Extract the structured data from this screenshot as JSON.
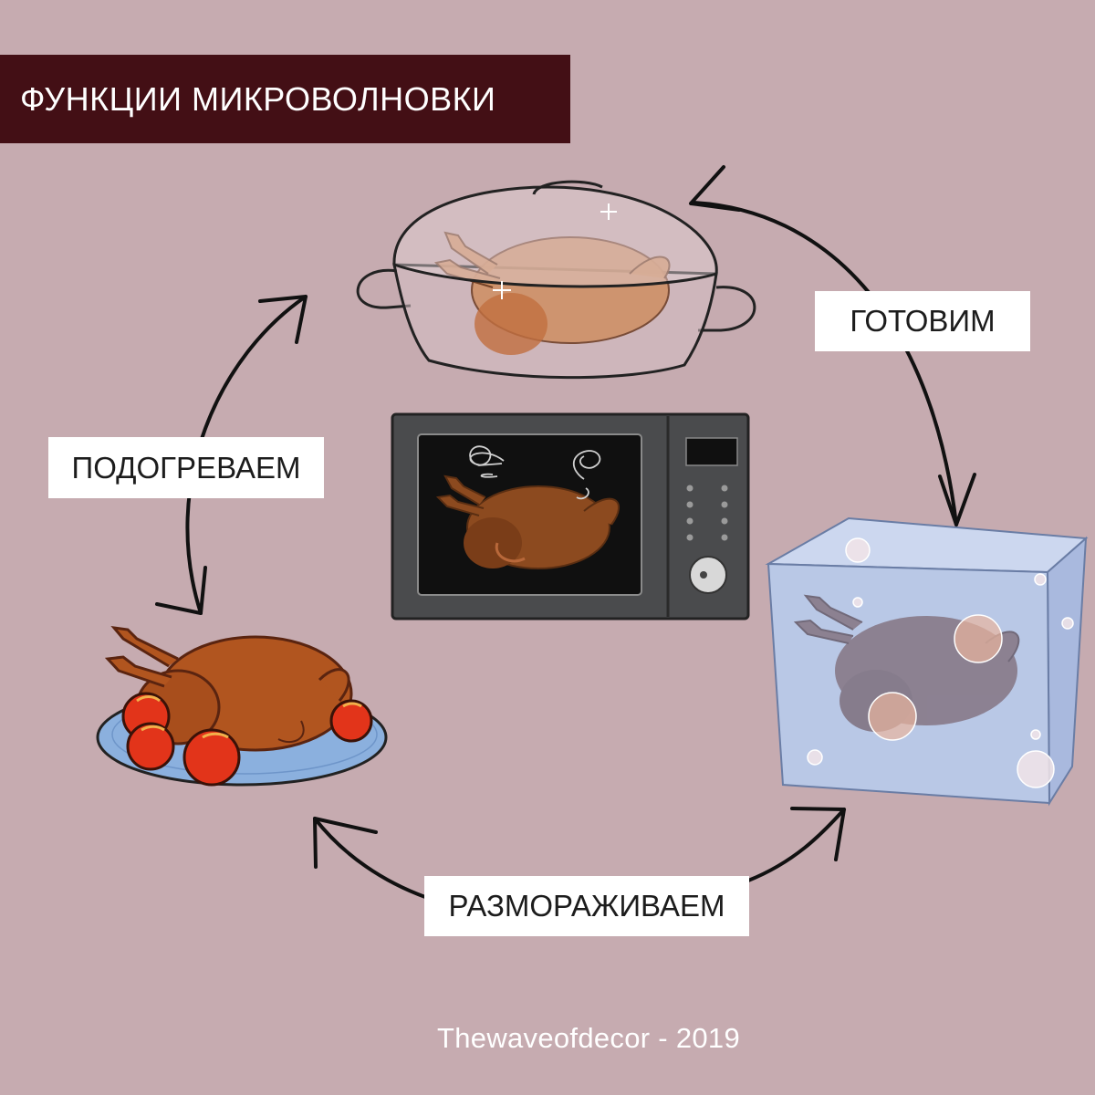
{
  "title": "ФУНКЦИИ МИКРОВОЛНОВКИ",
  "labels": {
    "cook": "ГОТОВИМ",
    "reheat": "ПОДОГРЕВАЕМ",
    "defrost": "РАЗМОРАЖИВАЕМ"
  },
  "footer": "Thewaveofdecor - 2019",
  "colors": {
    "background": "#c6abb0",
    "title_banner": "#430f15",
    "chicken": "#b1551f",
    "tomato": "#e2341a",
    "plate": "#8bb0de",
    "ice": "#b9c8e6",
    "microwave": "#4a4b4d"
  },
  "icons": [
    "glass-casserole-icon",
    "microwave-icon",
    "ice-block-icon",
    "roast-chicken-plate-icon",
    "cycle-arrow-icon"
  ]
}
